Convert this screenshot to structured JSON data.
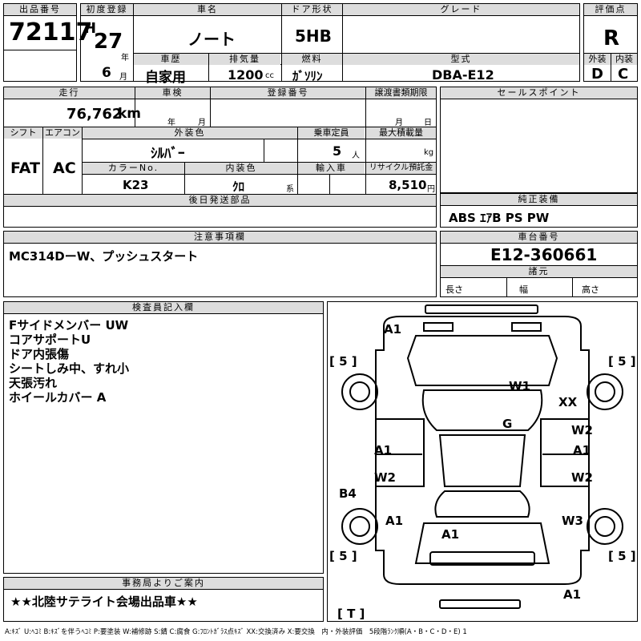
{
  "top": {
    "lot_label": "出品番号",
    "lot_no": "72117",
    "reg_label": "初度登録",
    "era": "H",
    "reg_year": "27",
    "year_unit": "年",
    "reg_month": "6",
    "month_unit": "月",
    "car_label": "車名",
    "car_name": "ノート",
    "door_label": "ドア形状",
    "door": "5HB",
    "grade_label": "グレード",
    "grade": "",
    "score_label": "評価点",
    "score": "R",
    "history_label": "車歴",
    "history": "自家用",
    "disp_label": "排気量",
    "disp": "1200",
    "disp_unit": "cc",
    "fuel_label": "燃料",
    "fuel": "ｶﾞｿﾘﾝ",
    "model_label": "型式",
    "model": "DBA-E12",
    "ext_label": "外装",
    "ext": "D",
    "int_label": "内装",
    "int": "C"
  },
  "mid": {
    "mileage_label": "走行",
    "mileage": "76,762",
    "mileage_unit": "km",
    "shaken_label": "車検",
    "year_unit": "年",
    "month_unit": "月",
    "regno_label": "登録番号",
    "transfer_label": "譲渡書類期限",
    "day_unit": "日",
    "shift_label": "シフト",
    "shift": "FAT",
    "ac_label": "エアコン",
    "ac": "AC",
    "color_label": "外装色",
    "color": "ｼﾙﾊﾞｰ",
    "capacity_label": "乗車定員",
    "capacity": "5",
    "capacity_unit": "人",
    "load_label": "最大積載量",
    "load_unit": "kg",
    "colorno_label": "カラーNo.",
    "colorno": "K23",
    "interior_label": "内装色",
    "interior": "ｸﾛ",
    "interior_unit": "系",
    "import_label": "輸入車",
    "recycle_label": "リサイクル預託金",
    "recycle": "8,510",
    "recycle_unit": "円",
    "later_label": "後日発送部品"
  },
  "sales": {
    "label": "セールスポイント"
  },
  "equip": {
    "label": "純正装備",
    "text": "ABS ｴｱB PS PW"
  },
  "notes": {
    "label": "注意事項欄",
    "text": "MC314DーW、プッシュスタート"
  },
  "chassis": {
    "label": "車台番号",
    "value": "E12-360661",
    "spec_label": "諸元",
    "length_label": "長さ",
    "width_label": "幅",
    "height_label": "高さ"
  },
  "inspector": {
    "label": "検査員記入欄",
    "lines": [
      "Fサイドメンバー UW",
      "コアサポートU",
      "ドア内張傷",
      "シートしみ中、すれ小",
      "天張汚れ",
      "ホイールカバー A"
    ]
  },
  "office": {
    "label": "事務局よりご案内",
    "text": "★★北陸サテライト会場出品車★★"
  },
  "diagram": {
    "tire_marks": [
      "[ 5 ]",
      "[ 5 ]",
      "[ 5 ]",
      "[ 5 ]"
    ],
    "spare": "[ T ]",
    "marks": [
      "A1",
      "W1",
      "XX",
      "G",
      "W2",
      "A1",
      "A1",
      "W2",
      "W2",
      "B4",
      "A1",
      "W3",
      "A1",
      "A1"
    ]
  },
  "legend": "A:ｷｽﾞ U:ﾍｺﾐ B:ｷｽﾞを伴うﾍｺﾐ P:要塗装 W:補修跡 S:錆 C:腐食 G:ﾌﾛﾝﾄｶﾞﾗｽ点ｷｽﾞ XX:交換済み X:要交換　内・外装評価　5段階ﾗﾝｸ順(A・B・C・D・E) 1"
}
